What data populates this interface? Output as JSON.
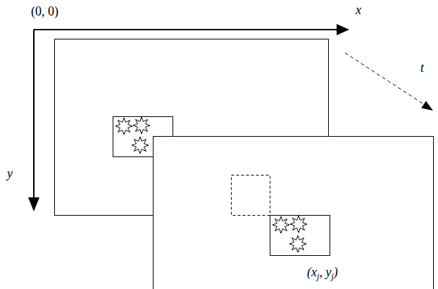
{
  "diagram": {
    "labels": [
      "(0, 0)",
      "x",
      "y",
      "t",
      "(xj, yj)"
    ]
  }
}
